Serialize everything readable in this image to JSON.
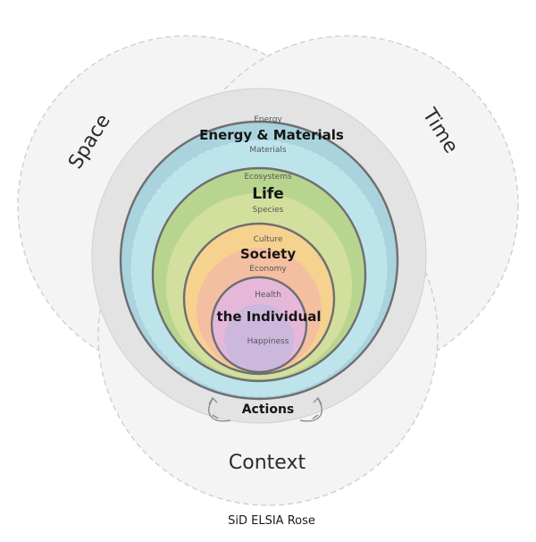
{
  "diagram": {
    "context_labels": {
      "space": "Space",
      "time": "Time",
      "context": "Context"
    },
    "actions_label": "Actions",
    "caption": "SiD ELSIA Rose",
    "levels": [
      {
        "outer": "Energy",
        "title": "Energy & Materials",
        "inner": "Materials"
      },
      {
        "outer": "Ecosystems",
        "title": "Life",
        "inner": "Species"
      },
      {
        "outer": "Culture",
        "title": "Society",
        "inner": "Economy"
      },
      {
        "outer": "Health",
        "title": "the Individual",
        "inner": "Happiness"
      }
    ],
    "colors": {
      "energy_outer": "#a9d3dd",
      "energy_inner": "#bde4ea",
      "life_outer": "#b8d58f",
      "life_inner": "#d3df9d",
      "society_outer": "#f6d28f",
      "society_inner": "#f4bfa0",
      "individual_outer": "#e5b8d9",
      "individual_inner": "#ccb8dd",
      "actions_band": "#e3e3e4"
    }
  }
}
